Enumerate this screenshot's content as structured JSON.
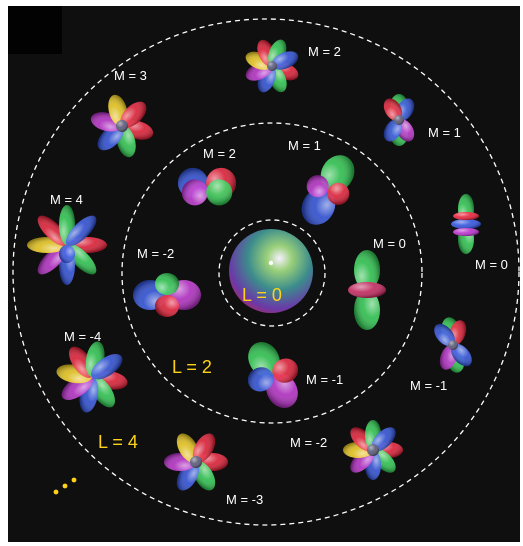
{
  "colors": {
    "background": "#0f0f0f",
    "ring": "#ffffff",
    "label_text": "#ffffff",
    "level_text": "#ffd21a",
    "dots": "#ffd21a",
    "lobe_palette": [
      "#e8243c",
      "#33cc55",
      "#3355dd",
      "#bb33cc",
      "#eecc22"
    ]
  },
  "rings": [
    {
      "name": "inner-ring"
    },
    {
      "name": "middle-ring"
    },
    {
      "name": "outer-ring"
    }
  ],
  "level_labels": {
    "l0": "L = 0",
    "l2": "L = 2",
    "l4": "L = 4"
  },
  "l2_labels": [
    "M = 2",
    "M = 1",
    "M = 0",
    "M = -1",
    "M = -2"
  ],
  "l4_labels": [
    "M = 4",
    "M = 3",
    "M = 2",
    "M = 1",
    "M = 0",
    "M = -1",
    "M = -2",
    "M = -3",
    "M = -4"
  ],
  "continuation": "three-dots"
}
